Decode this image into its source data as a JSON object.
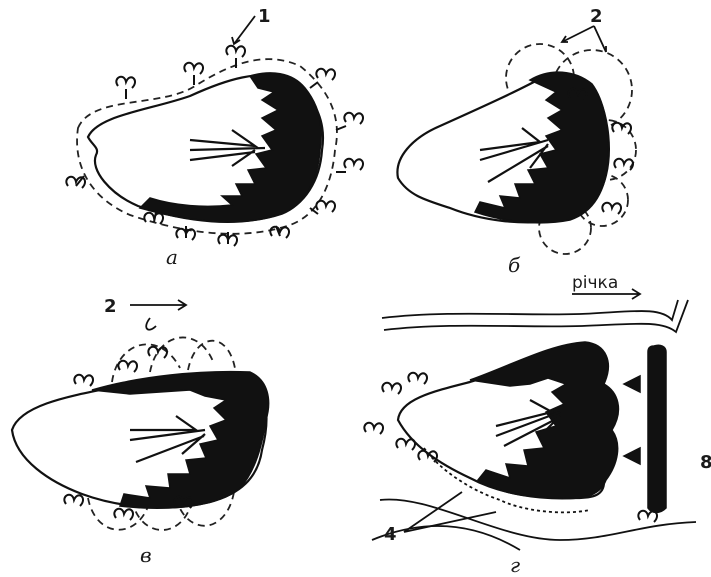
{
  "panels": {
    "a": {
      "caption": "а",
      "marker": "1"
    },
    "b": {
      "caption": "б",
      "marker": "2"
    },
    "v": {
      "caption": "в",
      "marker": "2"
    },
    "g": {
      "caption": "г",
      "marker": "4",
      "river_label": "річка"
    }
  },
  "edge_mark": "8"
}
